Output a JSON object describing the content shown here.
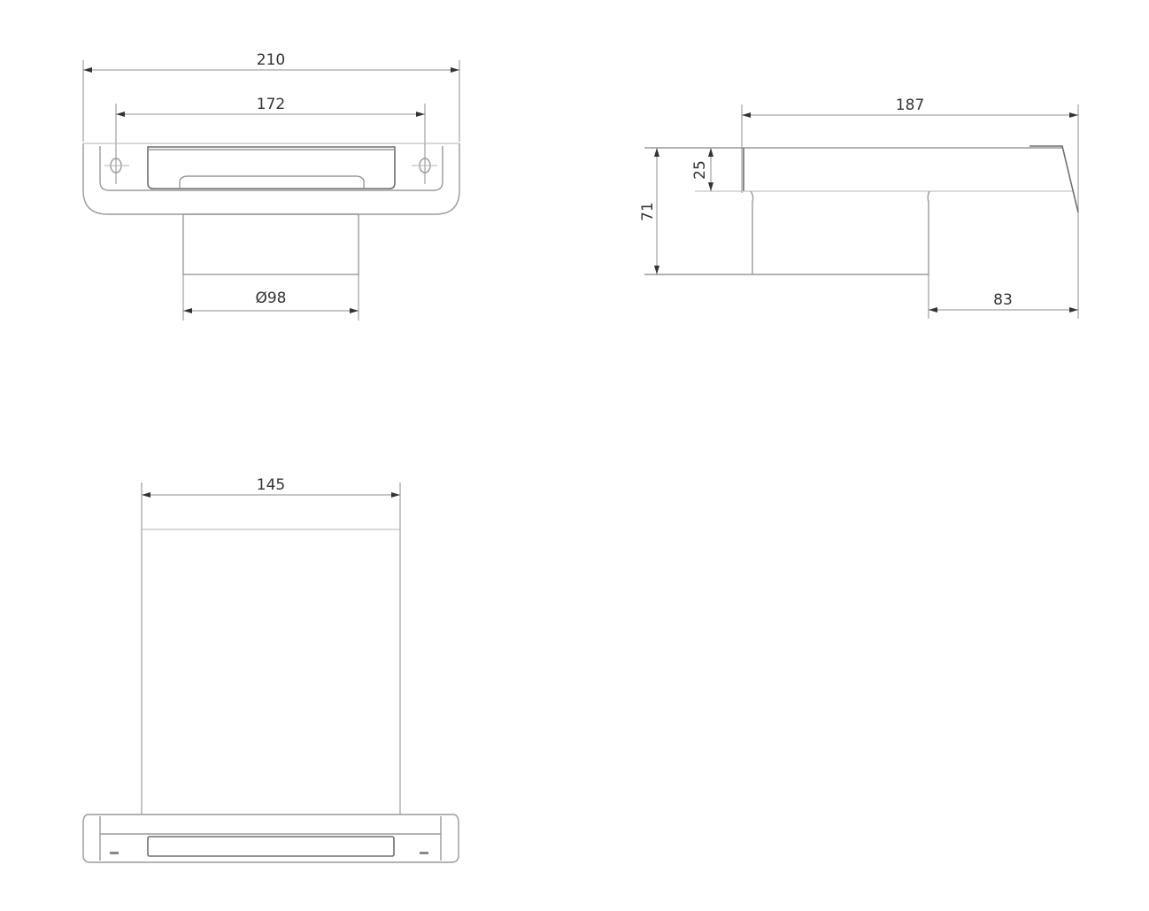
{
  "drawing": {
    "type": "technical-dimension-drawing",
    "colors": {
      "background": "#ffffff",
      "line": "#9a9a9a",
      "text": "#333333"
    },
    "views": {
      "front": {
        "dimensions": {
          "overall_width": "210",
          "hole_spacing": "172",
          "outlet_diameter": "Ø98"
        }
      },
      "side": {
        "dimensions": {
          "overall_length": "187",
          "overall_height": "71",
          "flange_height": "25",
          "outlet_offset": "83"
        }
      },
      "top": {
        "dimensions": {
          "body_width": "145"
        }
      }
    }
  }
}
